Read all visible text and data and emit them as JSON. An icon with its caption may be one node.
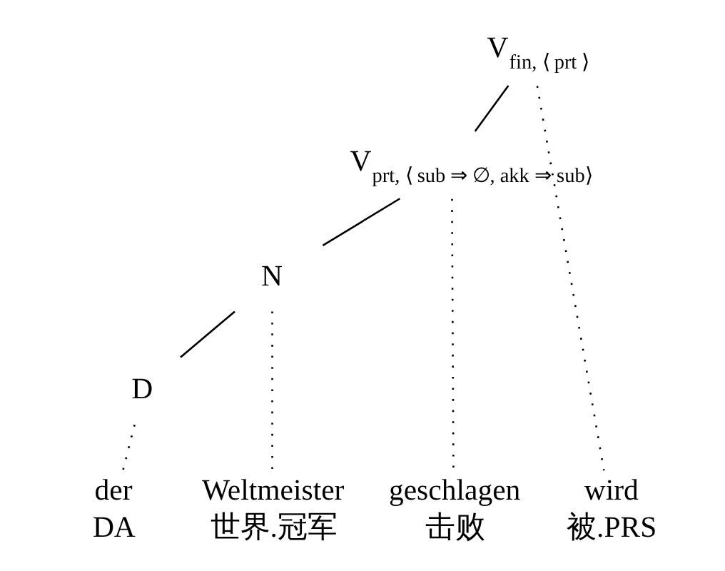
{
  "diagram": {
    "nodes": [
      {
        "text": [
          "V$_{fin, ⟨ prt ⟩}$"
        ]
      },
      {
        "text": [
          "V$_{prt, ⟨ sub ⇒ ∅, akk ⇒ sub⟩}$"
        ]
      },
      {
        "text": [
          "N"
        ]
      },
      {
        "text": [
          "D"
        ]
      },
      {
        "text": [
          "der",
          "DA"
        ]
      },
      {
        "text": [
          "Weltmeister",
          "世界.冠军"
        ]
      },
      {
        "text": [
          "geschlagen",
          "击败"
        ]
      },
      {
        "text": [
          "wird",
          "被.PRS"
        ]
      }
    ],
    "edges": [
      {
        "from": 0,
        "to": 1,
        "arrow": "none"
      },
      {
        "from": 0,
        "to": 7,
        "arrow": "none",
        "style": "dashed"
      },
      {
        "from": 1,
        "to": 2,
        "arrow": "none"
      },
      {
        "from": 1,
        "to": 6,
        "arrow": "none",
        "style": "dashed"
      },
      {
        "from": 2,
        "to": 3,
        "arrow": "none"
      },
      {
        "from": 2,
        "to": 5,
        "arrow": "none",
        "style": "dashed"
      },
      {
        "from": 3,
        "to": 4,
        "arrow": "none",
        "style": "dashed"
      }
    ]
  }
}
